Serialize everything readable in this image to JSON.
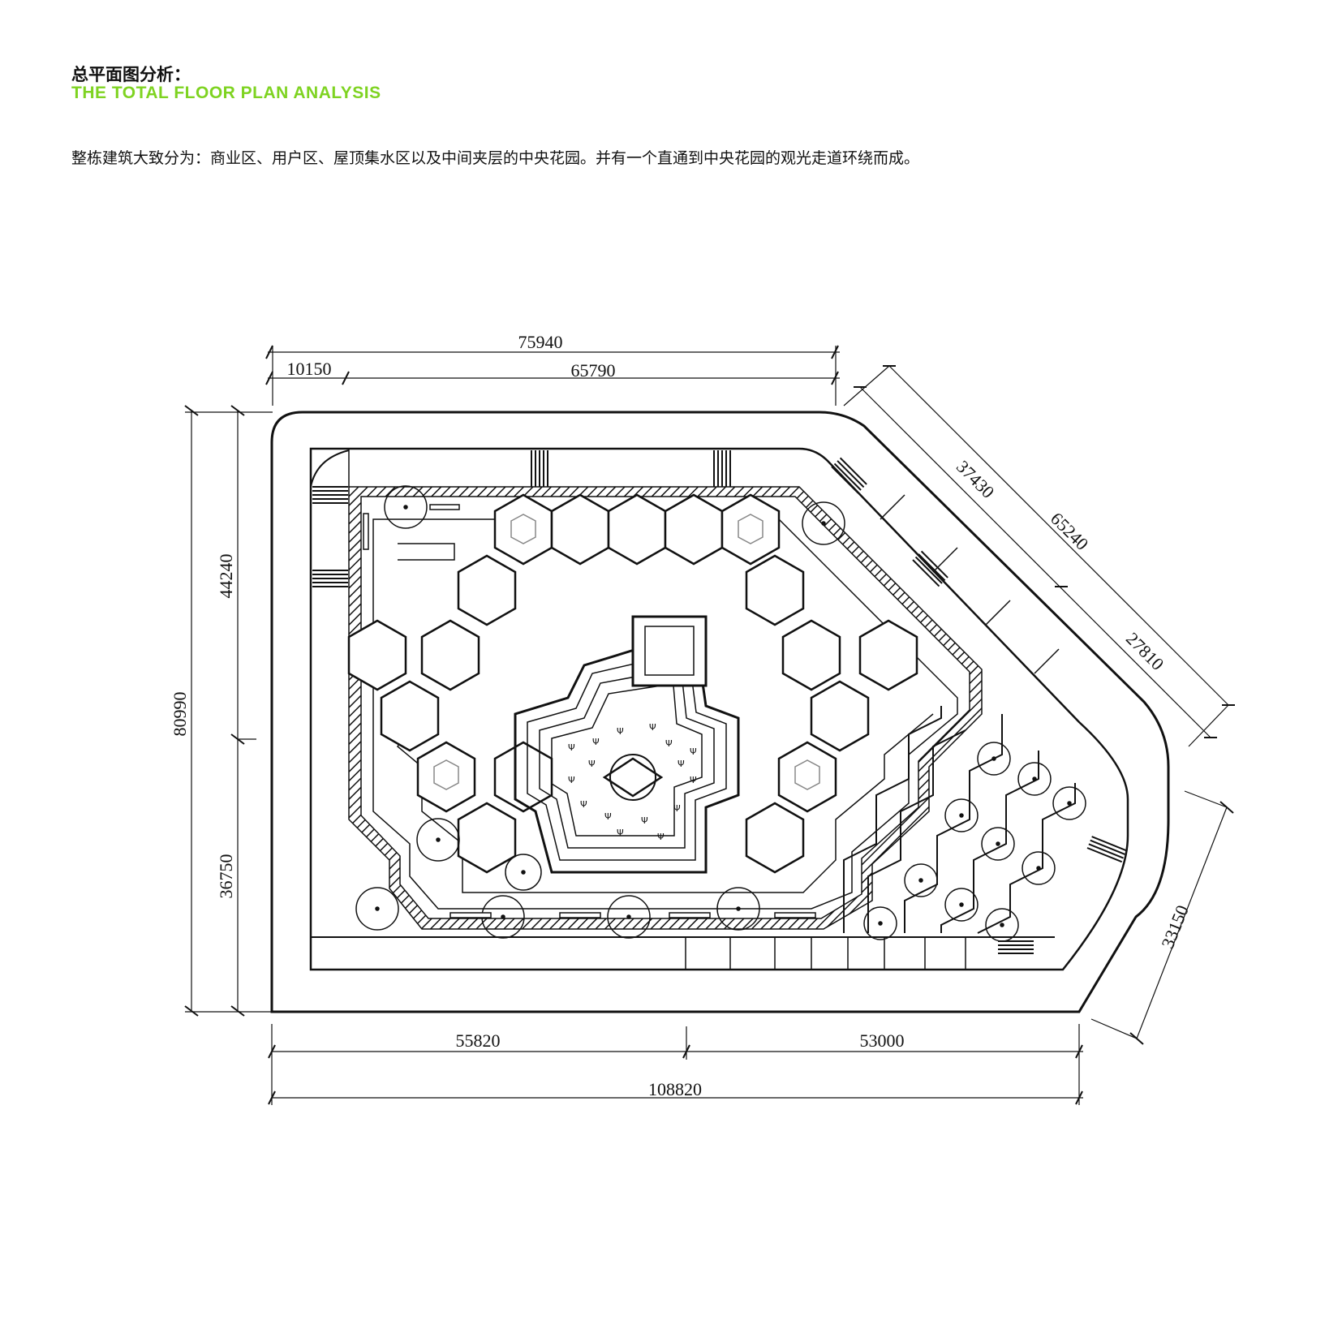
{
  "header": {
    "title_cn": "总平面图分析：",
    "title_en": "THE TOTAL FLOOR PLAN ANALYSIS",
    "description": "整栋建筑大致分为：商业区、用户区、屋顶集水区以及中间夹层的中央花园。并有一个直通到中央花园的观光走道环绕而成。"
  },
  "colors": {
    "accent": "#7ed321",
    "line": "#111111",
    "background": "#ffffff"
  },
  "dimensions": {
    "top_total": "75940",
    "top_left": "10150",
    "top_right": "65790",
    "left_total": "80990",
    "left_upper": "44240",
    "left_lower": "36750",
    "bottom_left": "55820",
    "bottom_right": "53000",
    "bottom_total": "108820",
    "diag_total": "65240",
    "diag_upper": "37430",
    "diag_lower": "27810",
    "right_lower": "33150"
  }
}
